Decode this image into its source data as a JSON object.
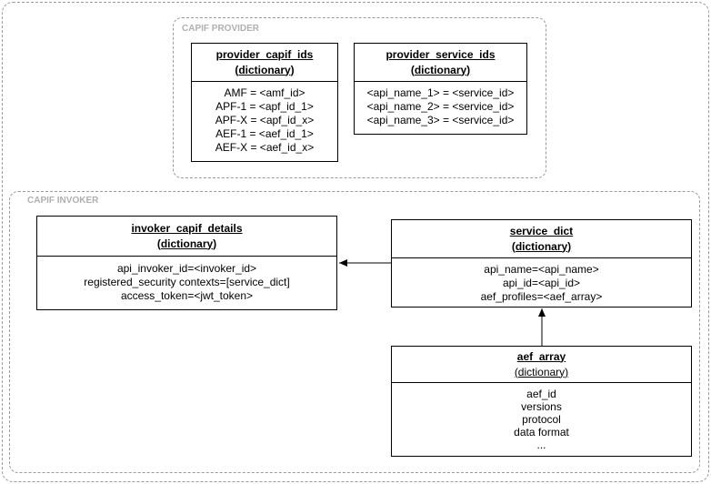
{
  "groups": {
    "provider_label": "CAPIF PROVIDER",
    "invoker_label": "CAPIF INVOKER"
  },
  "boxes": {
    "provider_capif_ids": {
      "title": "provider_capif_ids",
      "subtitle": "(dictionary)",
      "lines": [
        "AMF = <amf_id>",
        "APF-1 = <apf_id_1>",
        "APF-X = <apf_id_x>",
        "AEF-1 = <aef_id_1>",
        "AEF-X = <aef_id_x>"
      ]
    },
    "provider_service_ids": {
      "title": "provider_service_ids",
      "subtitle": "(dictionary)",
      "lines": [
        "<api_name_1> = <service_id>",
        "<api_name_2> = <service_id>",
        "<api_name_3> = <service_id>"
      ]
    },
    "invoker_capif_details": {
      "title": "invoker_capif_details",
      "subtitle": "(dictionary)",
      "lines": [
        "api_invoker_id=<invoker_id>",
        "registered_security contexts=[service_dict]",
        "access_token=<jwt_token>"
      ]
    },
    "service_dict": {
      "title": "service_dict",
      "subtitle": "(dictionary)",
      "lines": [
        "api_name=<api_name>",
        "api_id=<api_id>",
        "aef_profiles=<aef_array>"
      ]
    },
    "aef_array": {
      "title": "aef_array",
      "subtitle": "(dictionary)",
      "lines": [
        "aef_id",
        "versions",
        "protocol",
        "data format",
        "..."
      ]
    }
  }
}
